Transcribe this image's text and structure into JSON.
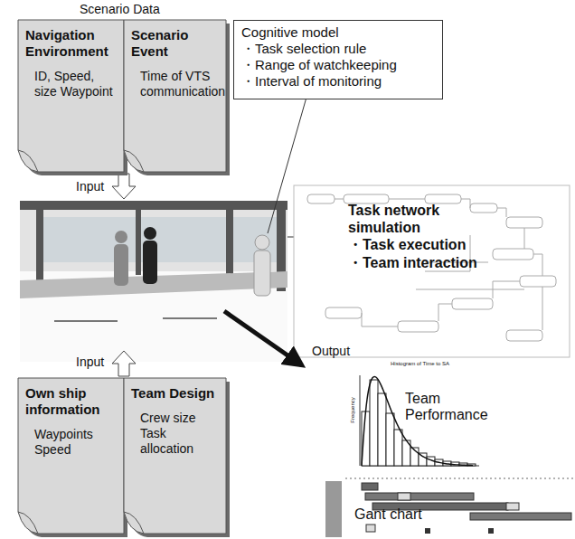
{
  "diagram": {
    "nodes": [
      {
        "text": [
          "Navigation Environment",
          "ID, Speed, size Waypoint"
        ]
      },
      {
        "text": [
          "Scenario Event",
          "Time of VTS communication"
        ]
      },
      {
        "text": [
          "Cognitive model",
          "・Task selection rule",
          "・Range of watchkeeping",
          "・Interval of monitoring"
        ]
      },
      {
        "text": [
          "Task network simulation",
          "・Task execution",
          "・Team interaction"
        ]
      },
      {
        "text": [
          "Own ship information",
          "Waypoints Speed"
        ]
      },
      {
        "text": [
          "Team Design",
          "Crew size Task allocation"
        ]
      }
    ],
    "labels": [
      "Scenario Data",
      "Input",
      "Input",
      "Output",
      "Histogram of Time to SA",
      "Frequency",
      "Team Performance",
      "Gant chart"
    ]
  }
}
